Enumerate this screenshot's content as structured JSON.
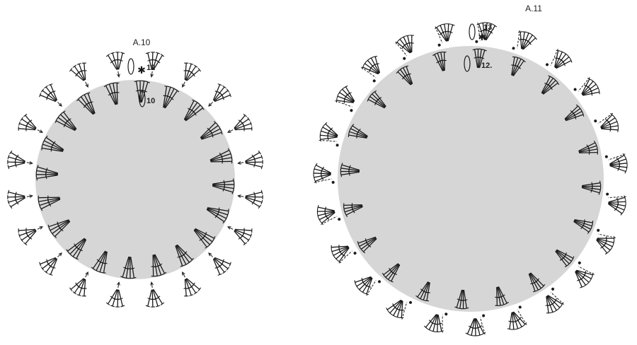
{
  "colors": {
    "background": "#ffffff",
    "circle_fill": "#d6d6d6",
    "ink": "#1a1a1a"
  },
  "charts": [
    {
      "id": "A10",
      "title": "A.10",
      "row_labels": [
        "10",
        "12"
      ],
      "marker": "asterisk-icon",
      "inner_groups": 20,
      "inner_stitches_per_group": 4,
      "outer_groups": 20,
      "outer_stitches_per_group": 4
    },
    {
      "id": "A11",
      "title": "A.11",
      "row_labels": [
        "12.",
        "13."
      ],
      "marker": "asterisk-icon",
      "inner_groups": 20,
      "inner_stitches_per_group": 4,
      "outer_groups": 23,
      "outer_stitches_per_group": 5
    }
  ]
}
